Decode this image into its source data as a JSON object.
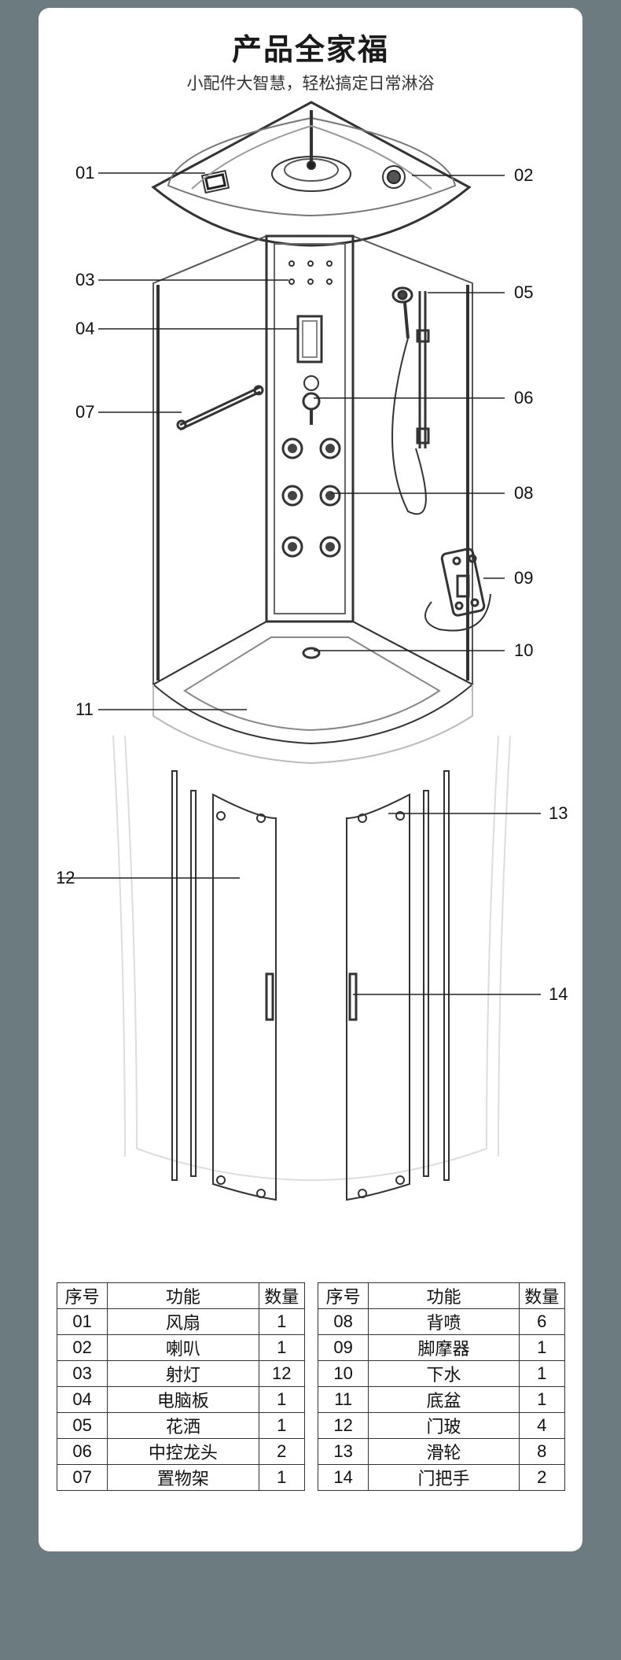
{
  "header": {
    "title": "产品全家福",
    "subtitle": "小配件大智慧，轻松搞定日常淋浴"
  },
  "callouts": [
    "01",
    "02",
    "03",
    "04",
    "05",
    "06",
    "07",
    "08",
    "09",
    "10",
    "11",
    "12",
    "13",
    "14"
  ],
  "table": {
    "headers": [
      "序号",
      "功能",
      "数量"
    ],
    "left": [
      {
        "no": "01",
        "name": "风扇",
        "qty": "1"
      },
      {
        "no": "02",
        "name": "喇叭",
        "qty": "1"
      },
      {
        "no": "03",
        "name": "射灯",
        "qty": "12"
      },
      {
        "no": "04",
        "name": "电脑板",
        "qty": "1"
      },
      {
        "no": "05",
        "name": "花洒",
        "qty": "1"
      },
      {
        "no": "06",
        "name": "中控龙头",
        "qty": "2"
      },
      {
        "no": "07",
        "name": "置物架",
        "qty": "1"
      }
    ],
    "right": [
      {
        "no": "08",
        "name": "背喷",
        "qty": "6"
      },
      {
        "no": "09",
        "name": "脚摩器",
        "qty": "1"
      },
      {
        "no": "10",
        "name": "下水",
        "qty": "1"
      },
      {
        "no": "11",
        "name": "底盆",
        "qty": "1"
      },
      {
        "no": "12",
        "name": "门玻",
        "qty": "4"
      },
      {
        "no": "13",
        "name": "滑轮",
        "qty": "8"
      },
      {
        "no": "14",
        "name": "门把手",
        "qty": "2"
      }
    ]
  }
}
